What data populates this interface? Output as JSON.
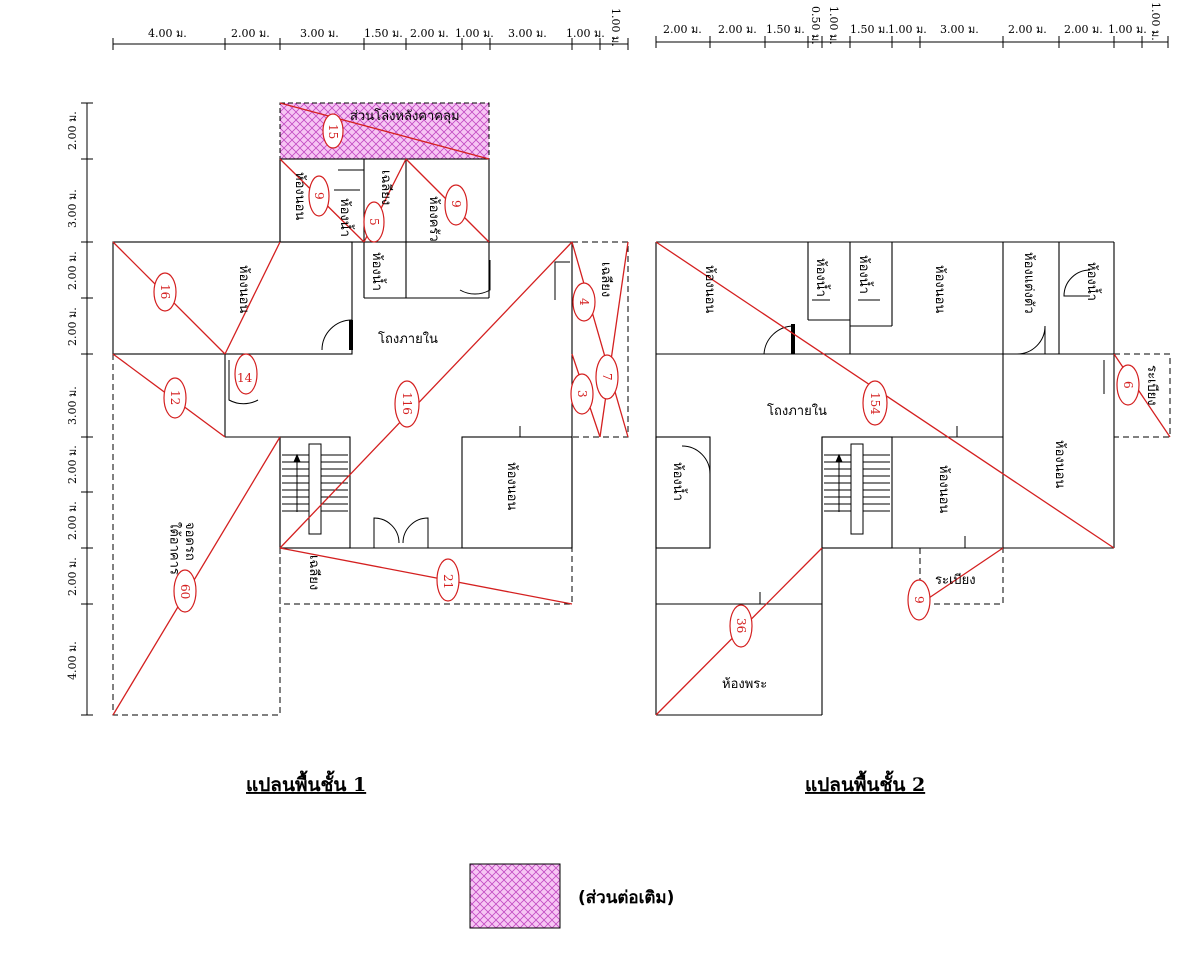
{
  "plan1": {
    "title": "แปลนพื้นชั้น 1",
    "dims_top": [
      "4.00 ม.",
      "2.00 ม.",
      "3.00 ม.",
      "1.50 ม.",
      "2.00 ม.",
      "1.00 ม.",
      "3.00 ม.",
      "1.00 ม.",
      "1.00 ม."
    ],
    "dims_left": [
      "2.00 ม.",
      "3.00 ม.",
      "2.00 ม.",
      "2.00 ม.",
      "3.00 ม.",
      "2.00 ม.",
      "2.00 ม.",
      "2.00 ม.",
      "4.00 ม."
    ],
    "rooms": {
      "covered_open": "ส่วนโล่งหลังคาคลุม",
      "bedroom_small": "ห้องนอน",
      "bath_small": "ห้องน้ำ",
      "terrace_small": "เฉลียง",
      "kitchen": "ห้องครัว",
      "bath2": "ห้องน้ำ",
      "bedroom_left": "ห้องนอน",
      "hall": "โถงภายใน",
      "terrace_right": "เฉลียง",
      "parking": "จอดรถ\nใต้อาคาร",
      "bedroom_lower": "ห้องนอน",
      "terrace_bottom": "เฉลียง"
    },
    "areas": [
      "15",
      "9",
      "5",
      "9",
      "16",
      "14",
      "12",
      "116",
      "4",
      "3",
      "7",
      "21",
      "60"
    ]
  },
  "plan2": {
    "title": "แปลนพื้นชั้น 2",
    "dims_top": [
      "2.00 ม.",
      "2.00 ม.",
      "1.50 ม.",
      "0.50 ม.",
      "1.00 ม.",
      "1.50 ม.",
      "1.00 ม.",
      "3.00 ม.",
      "2.00 ม.",
      "2.00 ม.",
      "1.00 ม.",
      "1.00 ม."
    ],
    "rooms": {
      "bedroom1": "ห้องนอน",
      "bath1": "ห้องน้ำ",
      "bath2": "ห้องน้ำ",
      "bedroom2": "ห้องนอน",
      "dressing": "ห้องแต่งตัว",
      "bath3": "ห้องน้ำ",
      "balcony_right": "ระเบียง",
      "hall": "โถงภายใน",
      "bath4": "ห้องน้ำ",
      "bedroom3": "ห้องนอน",
      "bedroom4": "ห้องนอน",
      "balcony_bottom": "ระเบียง",
      "shrine": "ห้องพระ"
    },
    "areas": [
      "154",
      "6",
      "9",
      "36"
    ]
  },
  "legend": {
    "label": "(ส่วนต่อเติม)"
  },
  "colors": {
    "area_lines": "#d42020",
    "extension_fill": "#ee99ee"
  }
}
